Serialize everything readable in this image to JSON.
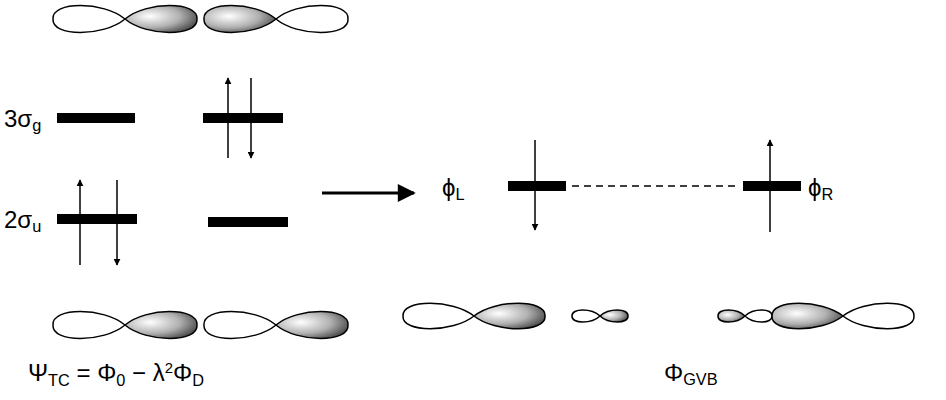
{
  "diagram": {
    "labels": [
      "3σ",
      "g",
      "2σ",
      "u",
      "ϕ",
      "L",
      "ϕ",
      "R",
      "Ψ",
      "TC",
      " = Φ",
      "0",
      " − λ",
      "2",
      "Φ",
      "D",
      "Φ",
      "GVB"
    ]
  }
}
